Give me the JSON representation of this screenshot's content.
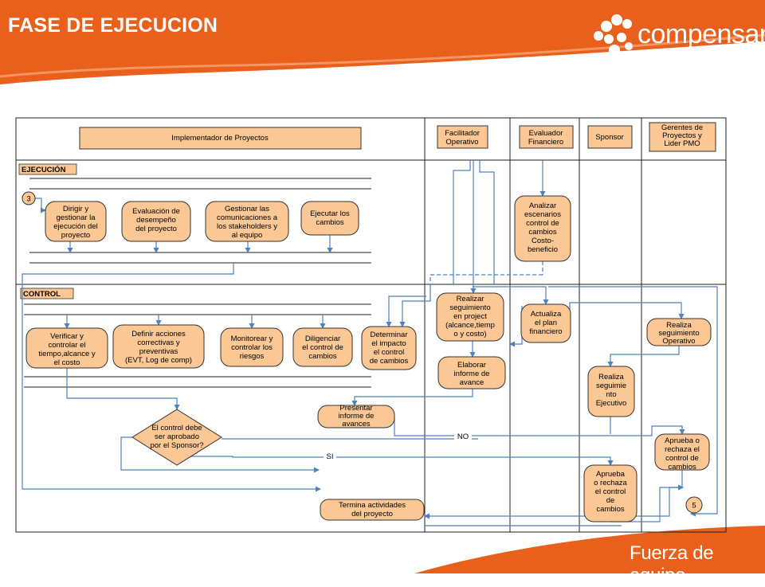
{
  "slide": {
    "title": "FASE DE EJECUCION",
    "brand": "compensar",
    "tagline": "Fuerza de equipo",
    "colors": {
      "band": "#E8601C",
      "box_fill": "#FBC795",
      "box_stroke": "#333333",
      "connector": "#4F81BD",
      "footer": "#E8601C"
    }
  },
  "diagram": {
    "lanes": {
      "implementador": "Implementador de Proyectos",
      "facilitador": [
        "Facilitador",
        "Operativo"
      ],
      "evaluador": [
        "Evaluador",
        "Financiero"
      ],
      "sponsor": "Sponsor",
      "gerentes": [
        "Gerentes de",
        "Proyectos y",
        "Lider PMO"
      ]
    },
    "sections": {
      "ejecucion": "EJECUCIÓN",
      "control": "CONTROL"
    },
    "connectors": {
      "start": "3",
      "end": "5"
    },
    "nodes": {
      "dirigir": [
        "Dirigir y",
        "gestionar la",
        "ejecución del",
        "proyecto"
      ],
      "evaluacion": [
        "Evaluación de",
        "desempeño",
        "del proyecto"
      ],
      "gestionar": [
        "Gestionar las",
        "comunicaciones a",
        "los stakeholders y",
        "al equipo"
      ],
      "ejecutar": [
        "Ejecutar los",
        "cambios"
      ],
      "analizar": [
        "Analizar",
        "escenarios",
        "control de",
        "cambios",
        "Costo-",
        "beneficio"
      ],
      "verificar": [
        "Verificar y",
        "controlar el",
        "tiempo,alcance y",
        "el costo"
      ],
      "definir": [
        "Definir acciones",
        "correctivas y",
        "preventivas",
        "(EVT, Log de comp)"
      ],
      "monitorear": [
        "Monitorear y",
        "controlar los",
        "riesgos"
      ],
      "diligenciar": [
        "Diligenciar",
        "el control de",
        "cambios"
      ],
      "determinar": [
        "Determinar",
        "el impacto",
        "el control",
        "de cambios"
      ],
      "realizar_seg": [
        "Realizar",
        "seguimiento",
        "en project",
        "(alcance,tiemp",
        "o y costo)"
      ],
      "actualiza": [
        "Actualiza",
        "el plan",
        "financiero"
      ],
      "realiza_op": [
        "Realiza",
        "seguimiento",
        "Operativo"
      ],
      "elaborar": [
        "Elaborar",
        "informe de",
        "avance"
      ],
      "realiza_ej": [
        "Realiza",
        "seguimie",
        "nto",
        "Ejecutivo"
      ],
      "presentar": [
        "Presentar",
        "informe de",
        "avances"
      ],
      "decision": [
        "El control debe",
        "ser aprobado",
        "por el Sponsor?"
      ],
      "aprueba_ger": [
        "Aprueba o",
        "rechaza el",
        "control de",
        "cambios"
      ],
      "aprueba_sp": [
        "Aprueba",
        "o rechaza",
        "el control",
        "de",
        "cambios"
      ],
      "termina": [
        "Termina actividades",
        "del proyecto"
      ]
    },
    "edge_labels": {
      "no": "NO",
      "si": "SI"
    }
  }
}
